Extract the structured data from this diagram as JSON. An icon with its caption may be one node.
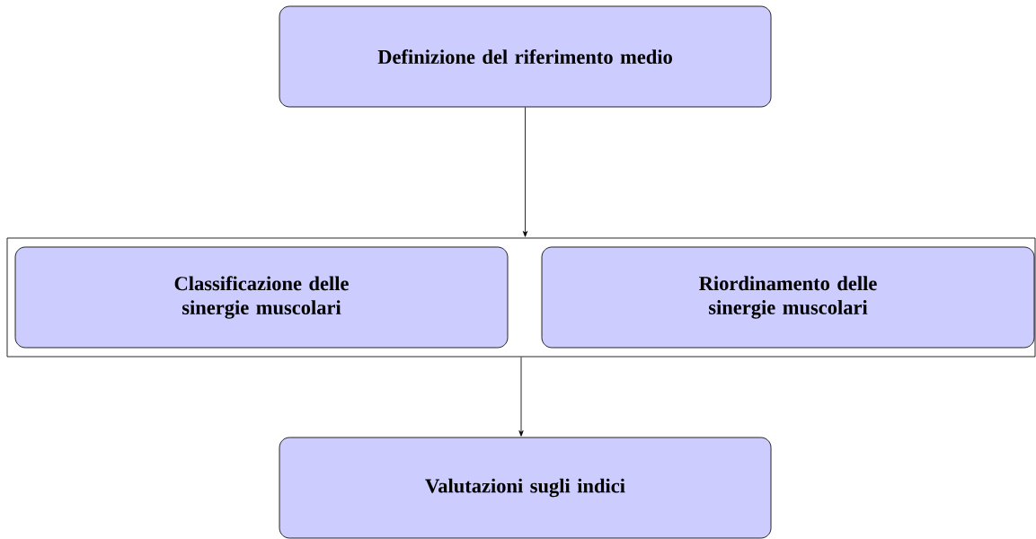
{
  "diagram": {
    "nodes": [
      {
        "text": [
          "Definizione del riferimento medio"
        ]
      },
      {
        "text": [],
        "shape": "box"
      },
      {
        "text": [
          "Classificazione delle sinergie muscolari"
        ],
        "in": 1
      },
      {
        "text": [
          "Riordinamento delle sinergie muscolari"
        ],
        "in": 1
      },
      {
        "text": [
          "Valutazioni sugli indici"
        ]
      }
    ],
    "edges": [
      {
        "from": 0,
        "to": 1,
        "arrow": "to"
      },
      {
        "from": 1,
        "to": 4,
        "arrow": "to"
      }
    ]
  }
}
